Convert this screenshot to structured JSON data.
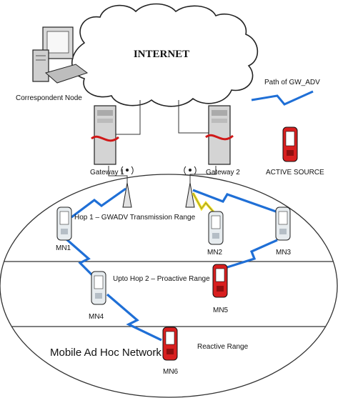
{
  "cloud": {
    "label": "INTERNET"
  },
  "correspondent": {
    "label": "Correspondent Node"
  },
  "legend": {
    "path_label": "Path of GW_ADV",
    "active_label": "ACTIVE SOURCE"
  },
  "gateways": {
    "g1": "Gateway 1",
    "g2": "Gateway 2"
  },
  "ranges": {
    "hop1": "Hop 1 – GWADV Transmission Range",
    "hop2": "Upto Hop 2 – Proactive Range",
    "reactive": "Reactive Range"
  },
  "network": {
    "label": "Mobile Ad Hoc Network"
  },
  "nodes": {
    "mn1": "MN1",
    "mn2": "MN2",
    "mn3": "MN3",
    "mn4": "MN4",
    "mn5": "MN5",
    "mn6": "MN6"
  },
  "colors": {
    "advpath": "#1f6fd6",
    "redlink": "#d01818",
    "active": "#d81f1f",
    "passive": "#e7ecef",
    "yellow": "#f2e21a"
  }
}
